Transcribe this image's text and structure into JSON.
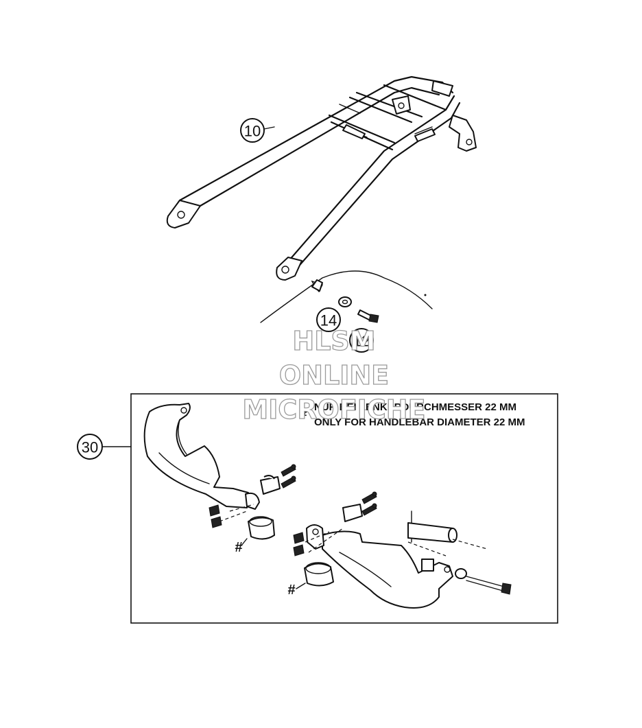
{
  "callouts": {
    "rack": "10",
    "washer": "14",
    "bolt": "12",
    "handguard": "30"
  },
  "note": {
    "marker": "#",
    "line_de": "NUR BEI LENKERDURCHMESSER 22 MM",
    "line_en": "ONLY FOR HANDLEBAR DIAMETER 22 MM"
  },
  "hash_mark": "#",
  "watermark": {
    "line1": "HLSM",
    "line2": "ONLINE",
    "line3": "MICROFICHE"
  }
}
